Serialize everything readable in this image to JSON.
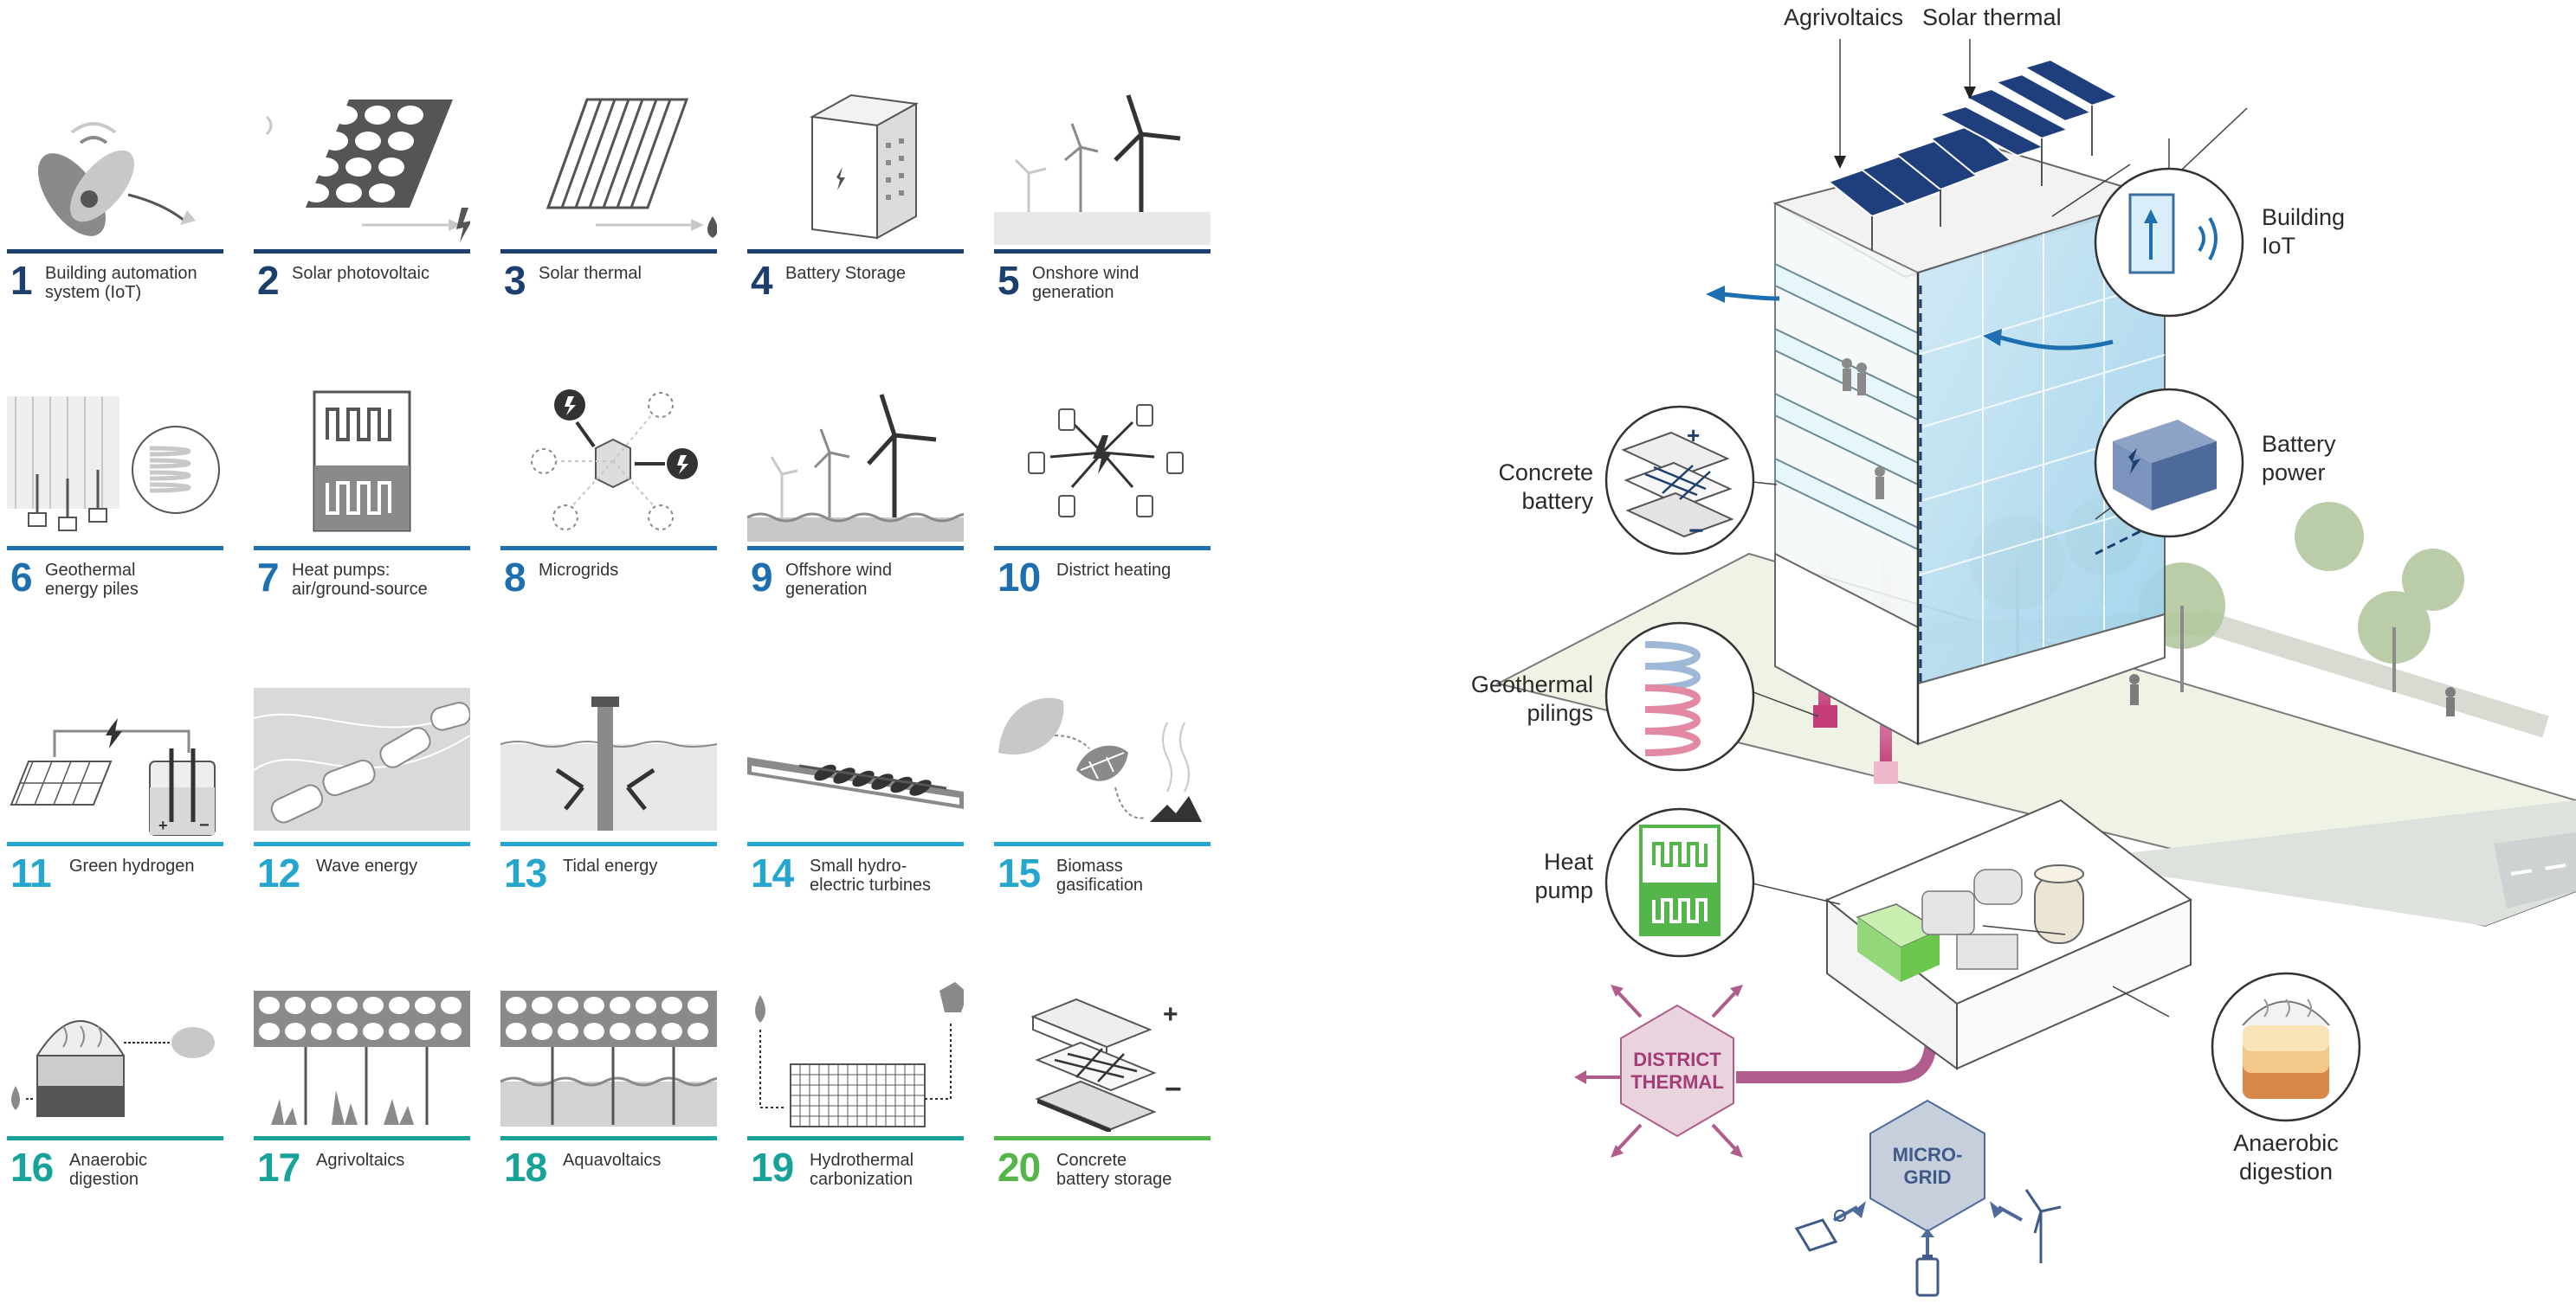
{
  "colors": {
    "navy": "#1c3f6e",
    "blue": "#1d6fb0",
    "cyan": "#25a6cf",
    "teal": "#17a29a",
    "green": "#53b54a",
    "district": "#b05c8d",
    "microgrid": "#4d6a9a"
  },
  "technologies": [
    {
      "number": "1",
      "label": [
        "Building automation",
        "system (IoT)"
      ],
      "color": "#1c3f6e",
      "icon": "fan-iot-icon"
    },
    {
      "number": "2",
      "label": [
        "Solar photovoltaic"
      ],
      "color": "#1c3f6e",
      "icon": "solar-panel-icon"
    },
    {
      "number": "3",
      "label": [
        "Solar thermal"
      ],
      "color": "#1c3f6e",
      "icon": "solar-thermal-icon"
    },
    {
      "number": "4",
      "label": [
        "Battery Storage"
      ],
      "color": "#1c3f6e",
      "icon": "battery-cabinet-icon"
    },
    {
      "number": "5",
      "label": [
        "Onshore wind",
        "generation"
      ],
      "color": "#1c3f6e",
      "icon": "onshore-wind-icon"
    },
    {
      "number": "6",
      "label": [
        "Geothermal",
        "energy piles"
      ],
      "color": "#1d6fb0",
      "icon": "geothermal-piles-icon"
    },
    {
      "number": "7",
      "label": [
        "Heat pumps:",
        "air/ground-source"
      ],
      "color": "#1d6fb0",
      "icon": "heat-pump-icon"
    },
    {
      "number": "8",
      "label": [
        "Microgrids"
      ],
      "color": "#1d6fb0",
      "icon": "microgrid-icon"
    },
    {
      "number": "9",
      "label": [
        "Offshore wind",
        "generation"
      ],
      "color": "#1d6fb0",
      "icon": "offshore-wind-icon"
    },
    {
      "number": "10",
      "label": [
        "District heating"
      ],
      "color": "#1d6fb0",
      "icon": "district-heating-icon"
    },
    {
      "number": "11",
      "label": [
        "Green hydrogen"
      ],
      "color": "#25a6cf",
      "icon": "green-hydrogen-icon"
    },
    {
      "number": "12",
      "label": [
        "Wave energy"
      ],
      "color": "#25a6cf",
      "icon": "wave-energy-icon"
    },
    {
      "number": "13",
      "label": [
        "Tidal energy"
      ],
      "color": "#25a6cf",
      "icon": "tidal-energy-icon"
    },
    {
      "number": "14",
      "label": [
        "Small hydro-",
        "electric turbines"
      ],
      "color": "#25a6cf",
      "icon": "hydro-turbine-icon"
    },
    {
      "number": "15",
      "label": [
        "Biomass",
        "gasification"
      ],
      "color": "#25a6cf",
      "icon": "biomass-icon"
    },
    {
      "number": "16",
      "label": [
        "Anaerobic",
        "digestion"
      ],
      "color": "#17a29a",
      "icon": "anaerobic-digestion-icon"
    },
    {
      "number": "17",
      "label": [
        "Agrivoltaics"
      ],
      "color": "#17a29a",
      "icon": "agrivoltaics-icon"
    },
    {
      "number": "18",
      "label": [
        "Aquavoltaics"
      ],
      "color": "#17a29a",
      "icon": "aquavoltaics-icon"
    },
    {
      "number": "19",
      "label": [
        "Hydrothermal",
        "carbonization"
      ],
      "color": "#17a29a",
      "icon": "hydrothermal-icon"
    },
    {
      "number": "20",
      "label": [
        "Concrete",
        "battery storage"
      ],
      "color": "#53b54a",
      "icon": "concrete-battery-icon"
    }
  ],
  "scene": {
    "callouts": {
      "agrivoltaics": "Agrivoltaics",
      "solar_thermal": "Solar thermal",
      "building_iot": [
        "Building",
        "IoT"
      ],
      "battery_power": [
        "Battery",
        "power"
      ],
      "concrete_battery": [
        "Concrete",
        "battery"
      ],
      "geothermal_pilings": [
        "Geothermal",
        "pilings"
      ],
      "heat_pump": [
        "Heat",
        "pump"
      ],
      "anaerobic_digestion": [
        "Anaerobic",
        "digestion"
      ]
    },
    "district_thermal": [
      "DISTRICT",
      "THERMAL"
    ],
    "micro_grid": [
      "MICRO-",
      "GRID"
    ]
  }
}
